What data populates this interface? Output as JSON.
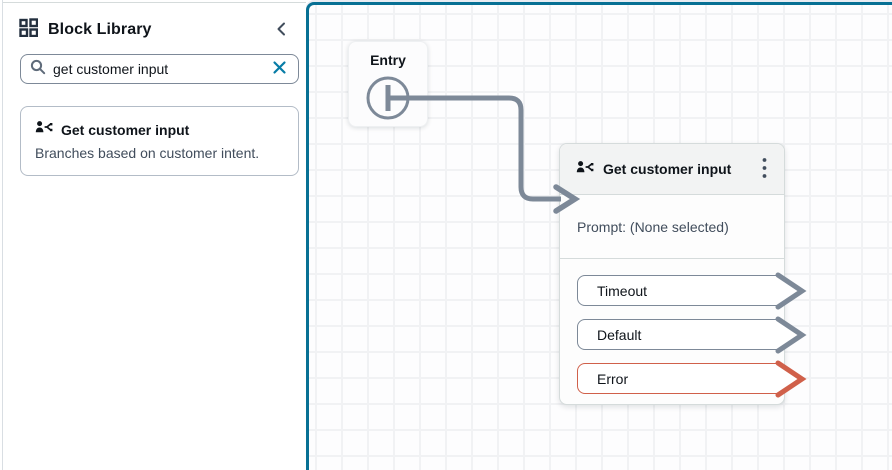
{
  "sidebar": {
    "title": "Block Library",
    "search": {
      "value": "get customer input",
      "placeholder": ""
    },
    "result_card": {
      "title": "Get customer input",
      "description": "Branches based on customer intent."
    }
  },
  "canvas": {
    "entry_block": {
      "title": "Entry"
    },
    "block": {
      "title": "Get customer input",
      "prompt_line": "Prompt: (None selected)",
      "branches": [
        {
          "label": "Timeout",
          "type": "normal"
        },
        {
          "label": "Default",
          "type": "normal"
        },
        {
          "label": "Error",
          "type": "error"
        }
      ]
    }
  },
  "icons": {
    "app_grid": "four-squares-grid",
    "search": "magnifier",
    "clear": "x-mark",
    "collapse": "chevron-left",
    "block_type": "person-with-branch",
    "menu": "kebab-vertical",
    "branch_output": "chevron-right"
  },
  "colors": {
    "canvas_border": "#077094",
    "connector": "#7d8998",
    "branch_normal": "#7d8998",
    "branch_error": "#d0604a",
    "clear_icon": "#077ca6",
    "block_header_bg": "#f2f3f3"
  }
}
